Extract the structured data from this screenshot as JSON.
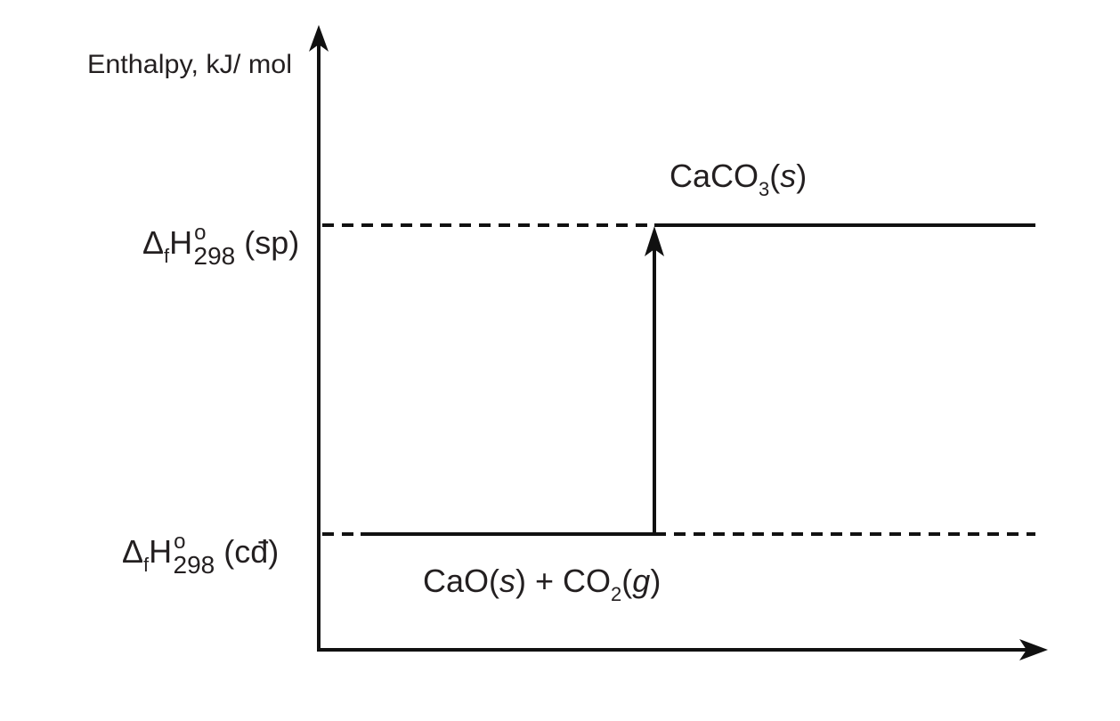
{
  "y_axis_label": "Enthalpy, kJ/ mol",
  "levels": {
    "upper": {
      "symbol": "Δ",
      "sub_f": "f",
      "main": "H",
      "sup": "o",
      "sub_t": "298",
      "suffix": " (sp)"
    },
    "lower": {
      "symbol": "Δ",
      "sub_f": "f",
      "main": "H",
      "sup": "o",
      "sub_t": "298",
      "suffix": " (cđ)"
    }
  },
  "products": {
    "a": "CaCO",
    "sub": "3",
    "b": "(",
    "state": "s",
    "c": ")"
  },
  "reactants": {
    "a": "CaO(",
    "s1": "s",
    "b": ") + CO",
    "sub": "2",
    "c": "(",
    "s2": "g",
    "d": ")"
  },
  "colors": {
    "line": "#111111",
    "text": "#231f20"
  }
}
